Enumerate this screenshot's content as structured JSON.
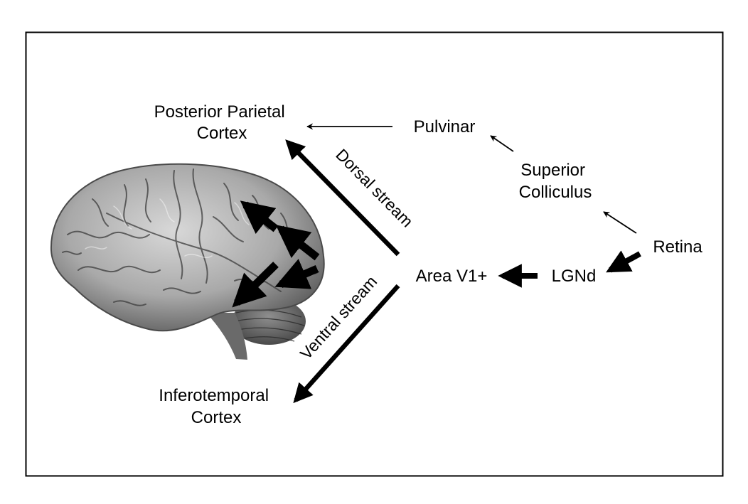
{
  "nodes": {
    "posterior_parietal": [
      "Posterior Parietal",
      "Cortex"
    ],
    "pulvinar": "Pulvinar",
    "superior_colliculus": [
      "Superior",
      "Colliculus"
    ],
    "retina": "Retina",
    "lgnd": "LGNd",
    "area_v1": "Area V1+",
    "inferotemporal": [
      "Inferotemporal",
      "Cortex"
    ]
  },
  "streams": {
    "dorsal": "Dorsal stream",
    "ventral": "Ventral stream"
  },
  "colors": {
    "ink": "#000000",
    "background": "#ffffff"
  },
  "icons": {
    "brain": "brain-illustration"
  }
}
